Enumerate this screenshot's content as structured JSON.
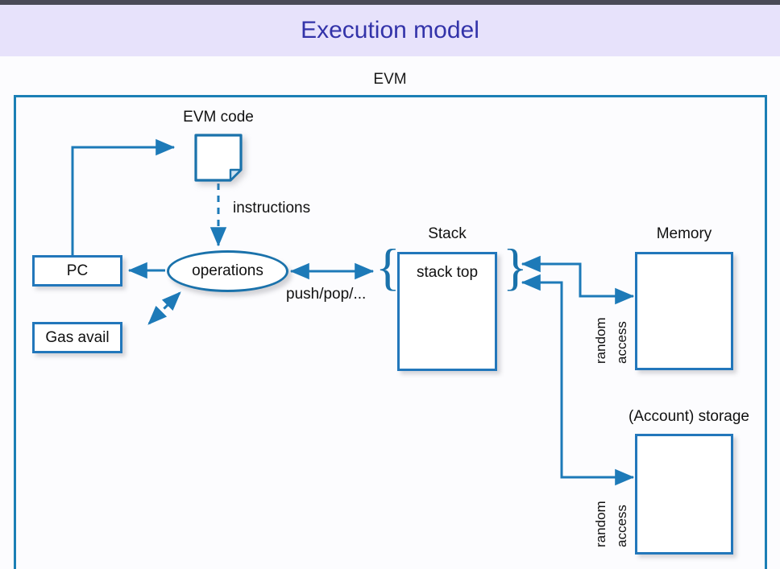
{
  "slide": {
    "title": "Execution model",
    "background_color": "#fcfcfe",
    "title_bar_color": "#e7e2fb",
    "title_text_color": "#3333a9",
    "accent_color": "#2277bb",
    "top_strip_color": "#4a4a57"
  },
  "diagram": {
    "container_label": "EVM",
    "nodes": {
      "evm_code": {
        "label": "EVM code",
        "shape": "document-icon"
      },
      "pc": {
        "label": "PC",
        "shape": "rectangle"
      },
      "gas_avail": {
        "label": "Gas avail",
        "shape": "rectangle"
      },
      "operations": {
        "label": "operations",
        "shape": "ellipse"
      },
      "stack": {
        "label": "Stack",
        "inner_label": "stack top",
        "shape": "rectangle"
      },
      "memory": {
        "label": "Memory",
        "shape": "rectangle"
      },
      "storage": {
        "label": "(Account) storage",
        "shape": "rectangle"
      }
    },
    "edge_labels": {
      "instructions": "instructions",
      "push_pop": "push/pop/...",
      "memory_access_line1": "random",
      "memory_access_line2": "access",
      "storage_access_line1": "random",
      "storage_access_line2": "access"
    },
    "braces": {
      "left": "{",
      "right": "}"
    }
  }
}
